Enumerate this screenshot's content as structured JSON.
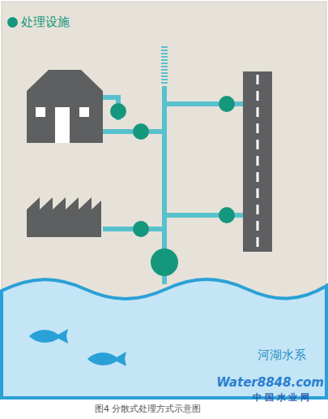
{
  "diagram": {
    "caption": "图4 分散式处理方式示意图",
    "labels": [
      "河湖水系",
      "Water8848.com",
      "中 国 水 业 网"
    ],
    "legend": [
      {
        "text": "处理设施",
        "color": "#15977e"
      }
    ]
  }
}
